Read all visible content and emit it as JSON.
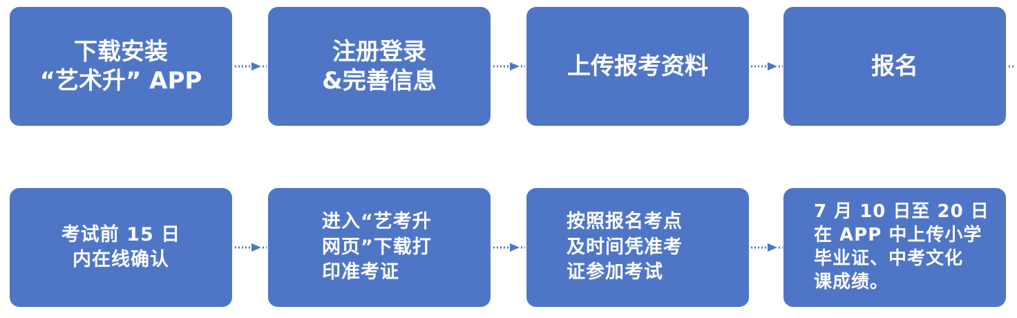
{
  "colors": {
    "box_fill": "#4f76c6",
    "box_text": "#ffffff",
    "arrow": "#4f76c6"
  },
  "row1": [
    {
      "label": "下载安装\n“艺术升” APP"
    },
    {
      "label": "注册登录\n&完善信息"
    },
    {
      "label": "上传报考资料"
    },
    {
      "label": "报名"
    }
  ],
  "row2": [
    {
      "label": "考试前 15 日\n内在线确认"
    },
    {
      "label": "进入“艺考升\n网页”下载打\n印准考证"
    },
    {
      "label": "按照报名考点\n及时间凭准考\n证参加考试"
    },
    {
      "label": "7 月 10 日至 20 日\n在 APP 中上传小学\n毕业证、中考文化\n课成绩。"
    }
  ],
  "connector": "dotted-arrow-icon"
}
